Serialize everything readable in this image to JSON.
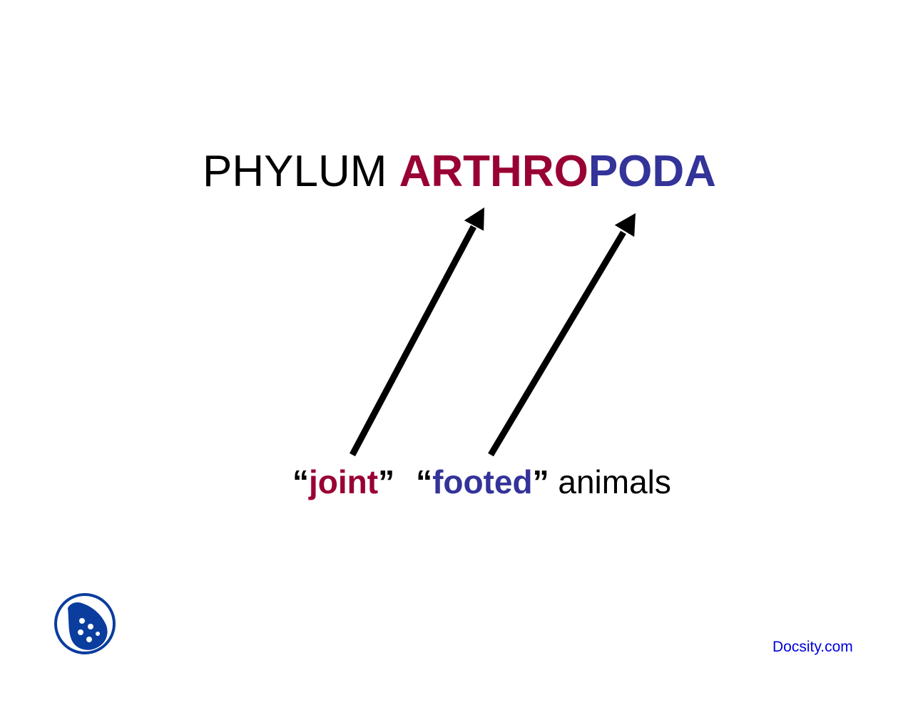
{
  "slide": {
    "title": {
      "prefix": "PHYLUM",
      "root_arthro": "ARTHRO",
      "root_poda": "PODA"
    },
    "subtitle": {
      "open_quote_1": "“",
      "joint": "joint",
      "close_quote_1": "”",
      "open_quote_2": "“",
      "footed": "footed",
      "close_quote_2": "”",
      "suffix": "animals"
    },
    "footer": {
      "watermark": "Docsity.com",
      "logo_icon": "docsity-logo-icon"
    },
    "colors": {
      "arthro": "#990033",
      "poda": "#333399",
      "text": "#000000",
      "watermark": "#0000dd",
      "logo": "#0a3d9e"
    }
  }
}
